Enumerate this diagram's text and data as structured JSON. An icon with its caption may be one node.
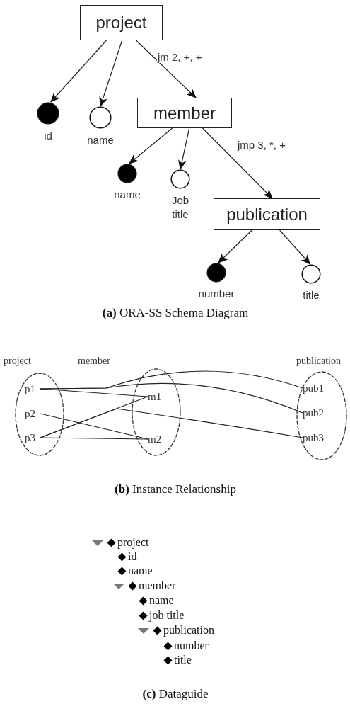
{
  "diagram": {
    "nodes": [
      {
        "text": [
          "project"
        ]
      },
      {
        "text": [
          "id"
        ]
      },
      {
        "text": [
          "name"
        ]
      },
      {
        "text": [
          "member"
        ]
      },
      {
        "text": [
          "name"
        ]
      },
      {
        "text": [
          "Job title"
        ]
      },
      {
        "text": [
          "publication"
        ]
      },
      {
        "text": [
          "number"
        ]
      },
      {
        "text": [
          "title"
        ]
      },
      {
        "text": [
          "project"
        ]
      },
      {
        "text": [
          "p1"
        ],
        "in": 9
      },
      {
        "text": [
          "p2"
        ],
        "in": 9
      },
      {
        "text": [
          "p3"
        ],
        "in": 9
      },
      {
        "text": [
          "member"
        ]
      },
      {
        "text": [
          "m1"
        ],
        "in": 13
      },
      {
        "text": [
          "m2"
        ],
        "in": 13
      },
      {
        "text": [
          "publication"
        ]
      },
      {
        "text": [
          "pub1"
        ],
        "in": 16
      },
      {
        "text": [
          "pub2"
        ],
        "in": 16
      },
      {
        "text": [
          "pub3"
        ],
        "in": 16
      }
    ],
    "edges": [
      {
        "from": 0,
        "to": 1,
        "arrow": "to"
      },
      {
        "from": 0,
        "to": 2,
        "arrow": "to"
      },
      {
        "from": 0,
        "to": 3,
        "arrow": "to",
        "label": "jm 2, +, +"
      },
      {
        "from": 3,
        "to": 4,
        "arrow": "to"
      },
      {
        "from": 3,
        "to": 5,
        "arrow": "to"
      },
      {
        "from": 3,
        "to": 6,
        "arrow": "to",
        "label": "jmp 3, *, +"
      },
      {
        "from": 6,
        "to": 7,
        "arrow": "to"
      },
      {
        "from": 6,
        "to": 8,
        "arrow": "to"
      },
      {
        "from": 10,
        "to": 14,
        "arrow": "none"
      },
      {
        "from": 10,
        "to": 17,
        "arrow": "none"
      },
      {
        "from": 10,
        "to": 18,
        "arrow": "none"
      },
      {
        "from": 11,
        "to": 15,
        "arrow": "none"
      },
      {
        "from": 12,
        "to": 14,
        "arrow": "none"
      },
      {
        "from": 12,
        "to": 15,
        "arrow": "none"
      },
      {
        "from": 12,
        "to": 19,
        "arrow": "none"
      }
    ],
    "labels": [
      "**(a)** ORA-SS Schema Diagram",
      "**(b)** Instance Relationship",
      "project",
      "id",
      "name",
      "member",
      "name",
      "job title",
      "publication",
      "number",
      "title",
      "**(c)** Dataguide"
    ]
  }
}
